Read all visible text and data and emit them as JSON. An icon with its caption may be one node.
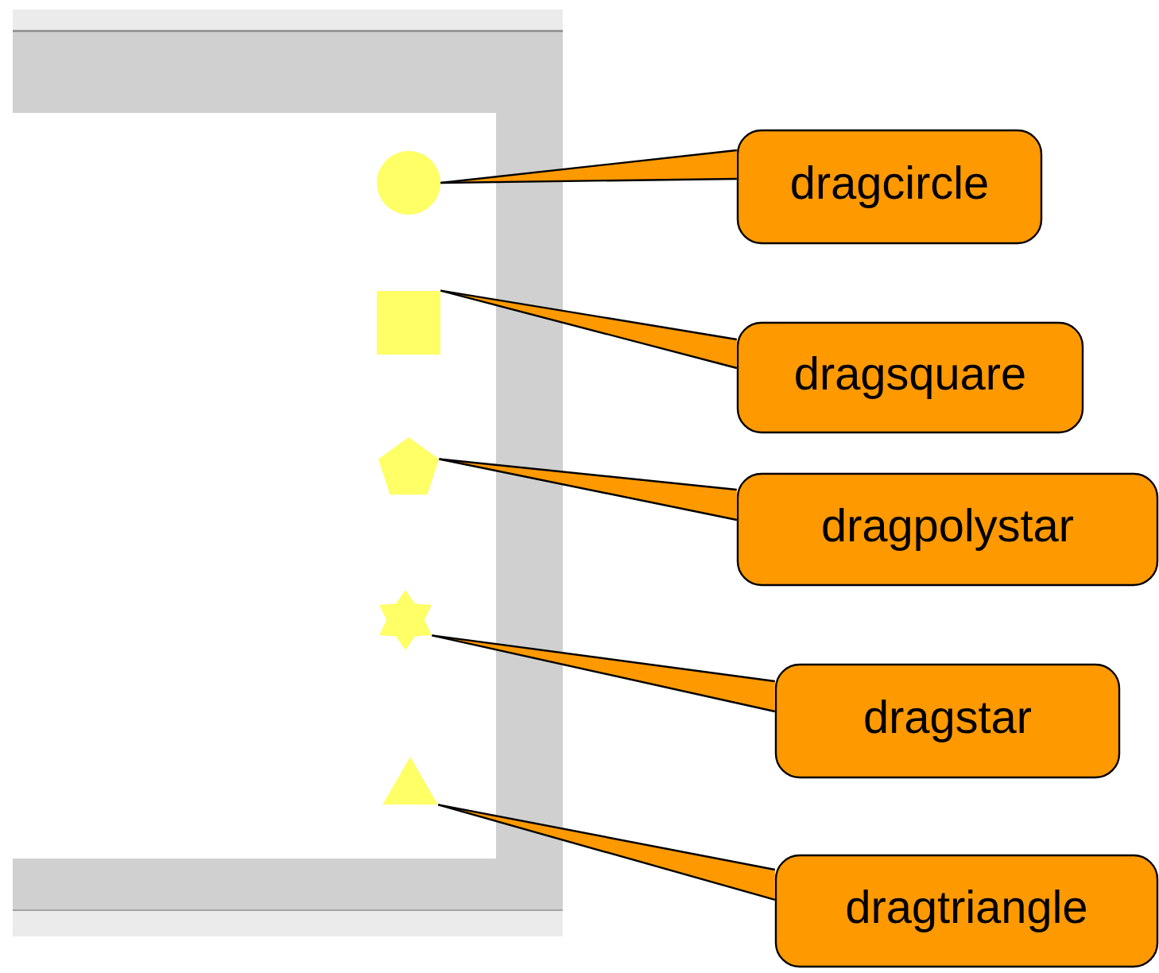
{
  "diagram": {
    "nodes": [
      {
        "text": [],
        "shape": "circle"
      },
      {
        "text": [],
        "shape": "box"
      },
      {
        "text": [],
        "shape": "pentagon"
      },
      {
        "text": [],
        "shape": "star"
      },
      {
        "text": [],
        "shape": "triangle"
      },
      {
        "text": [
          "dragcircle"
        ]
      },
      {
        "text": [
          "dragsquare"
        ]
      },
      {
        "text": [
          "dragpolystar"
        ]
      },
      {
        "text": [
          "dragstar"
        ]
      },
      {
        "text": [
          "dragtriangle"
        ]
      }
    ],
    "edges": [
      {
        "from": 5,
        "to": 0,
        "arrow": "none"
      },
      {
        "from": 6,
        "to": 1,
        "arrow": "none"
      },
      {
        "from": 7,
        "to": 2,
        "arrow": "none"
      },
      {
        "from": 8,
        "to": 3,
        "arrow": "none"
      },
      {
        "from": 9,
        "to": 4,
        "arrow": "none"
      }
    ]
  }
}
